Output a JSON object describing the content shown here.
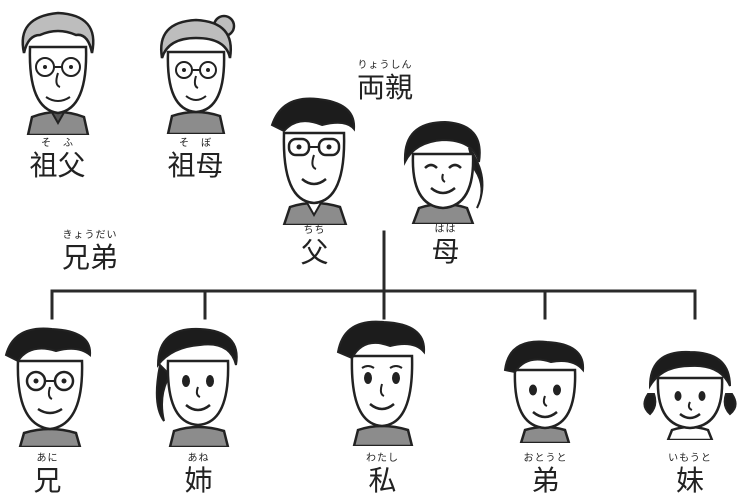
{
  "colors": {
    "line": "#2a2a2a",
    "hair": "#1c1c1c",
    "hair_gray": "#bdbdbd",
    "skin": "#ffffff",
    "cloth": "#8c8c8c",
    "text": "#222222"
  },
  "group_labels": {
    "parents": {
      "ruby": "りょうしん",
      "word": "両親"
    },
    "siblings": {
      "ruby": "きょうだい",
      "word": "兄弟"
    }
  },
  "people": {
    "grandfather": {
      "ruby": "そ　ふ",
      "word": "祖父"
    },
    "grandmother": {
      "ruby": "そ　ぼ",
      "word": "祖母"
    },
    "father": {
      "ruby": "ちち",
      "word": "父"
    },
    "mother": {
      "ruby": "はは",
      "word": "母"
    },
    "older_brother": {
      "ruby": "あに",
      "word": "兄"
    },
    "older_sister": {
      "ruby": "あね",
      "word": "姉"
    },
    "me": {
      "ruby": "わたし",
      "word": "私"
    },
    "younger_brother": {
      "ruby": "おとうと",
      "word": "弟"
    },
    "younger_sister": {
      "ruby": "いもうと",
      "word": "妹"
    }
  }
}
